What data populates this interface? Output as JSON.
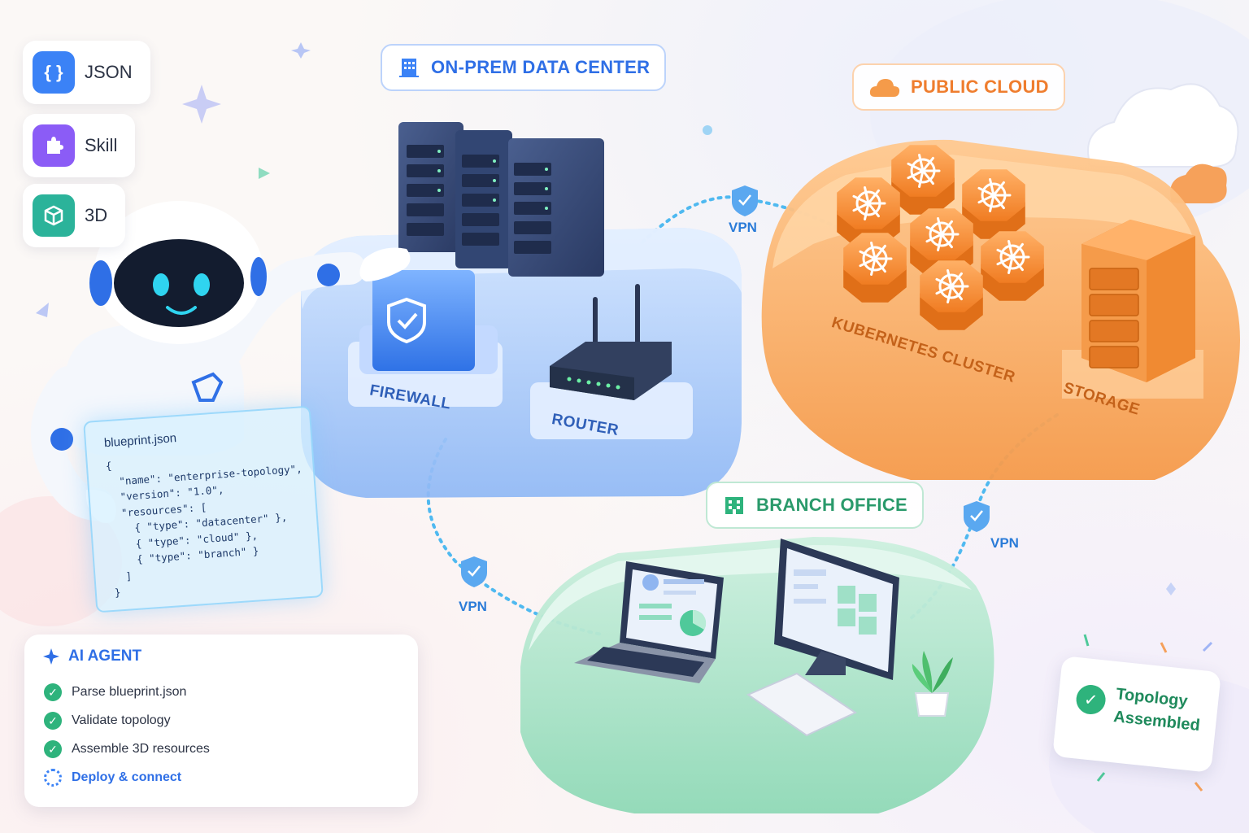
{
  "toolbar": {
    "items": [
      {
        "label": "JSON",
        "icon": "braces-icon",
        "color": "#3b82f6",
        "glyph": "{ }"
      },
      {
        "label": "Skill",
        "icon": "puzzle-icon",
        "color": "#8b5cf6"
      },
      {
        "label": "3D",
        "icon": "cube-icon",
        "color": "#2bb39a"
      }
    ]
  },
  "regions": {
    "onprem": {
      "label": "ON-PREM DATA CENTER",
      "color": "#2f6fe6"
    },
    "cloud": {
      "label": "PUBLIC CLOUD",
      "color": "#ef7d2e"
    },
    "branch": {
      "label": "BRANCH OFFICE",
      "color": "#2a9a6b"
    }
  },
  "components": {
    "firewall": "FIREWALL",
    "router": "ROUTER",
    "kubernetes": "KUBERNETES CLUSTER",
    "storage": "STORAGE"
  },
  "links": {
    "vpn1": "VPN",
    "vpn2": "VPN",
    "vpn3": "VPN"
  },
  "blueprint": {
    "filename": "blueprint.json",
    "lines": [
      "{",
      "  \"name\": \"enterprise-topology\",",
      "  \"version\": \"1.0\",",
      "  \"resources\": [",
      "    { \"type\": \"datacenter\" },",
      "    { \"type\": \"cloud\" },",
      "    { \"type\": \"branch\" }",
      "  ]",
      "}"
    ]
  },
  "agent": {
    "title": "AI AGENT",
    "steps": [
      {
        "label": "Parse blueprint.json",
        "status": "done"
      },
      {
        "label": "Validate topology",
        "status": "done"
      },
      {
        "label": "Assemble 3D resources",
        "status": "done"
      },
      {
        "label": "Deploy & connect",
        "status": "in-progress"
      }
    ]
  },
  "status_badge": {
    "line1": "Topology",
    "line2": "Assembled"
  }
}
